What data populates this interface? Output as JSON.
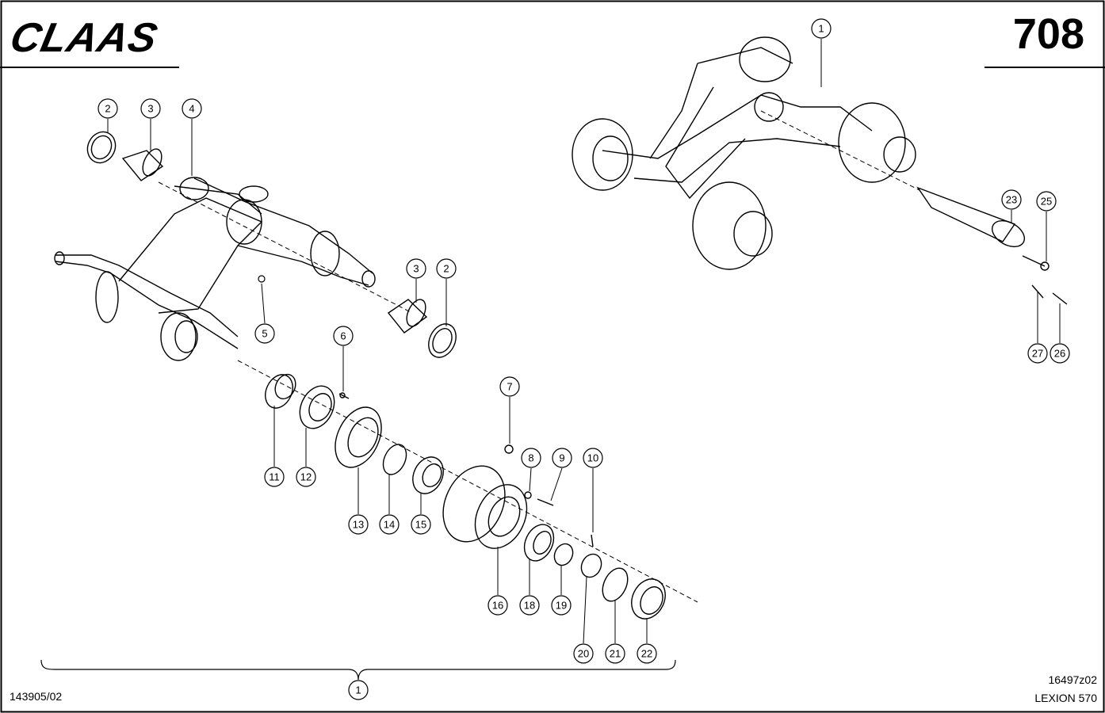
{
  "header": {
    "brand": "CLAAS",
    "page_number": "708"
  },
  "footer": {
    "part_number": "143905/02",
    "drawing_number": "16497z02",
    "model": "LEXION 570"
  },
  "callouts": {
    "c1_top": "1",
    "c2a": "2",
    "c3a": "3",
    "c4": "4",
    "c5": "5",
    "c3b": "3",
    "c2b": "2",
    "c6": "6",
    "c7": "7",
    "c8": "8",
    "c9": "9",
    "c10": "10",
    "c11": "11",
    "c12": "12",
    "c13": "13",
    "c14": "14",
    "c15": "15",
    "c16": "16",
    "c18": "18",
    "c19": "19",
    "c20": "20",
    "c21": "21",
    "c22": "22",
    "c23": "23",
    "c25": "25",
    "c26": "26",
    "c27": "27",
    "c1_bottom": "1"
  }
}
